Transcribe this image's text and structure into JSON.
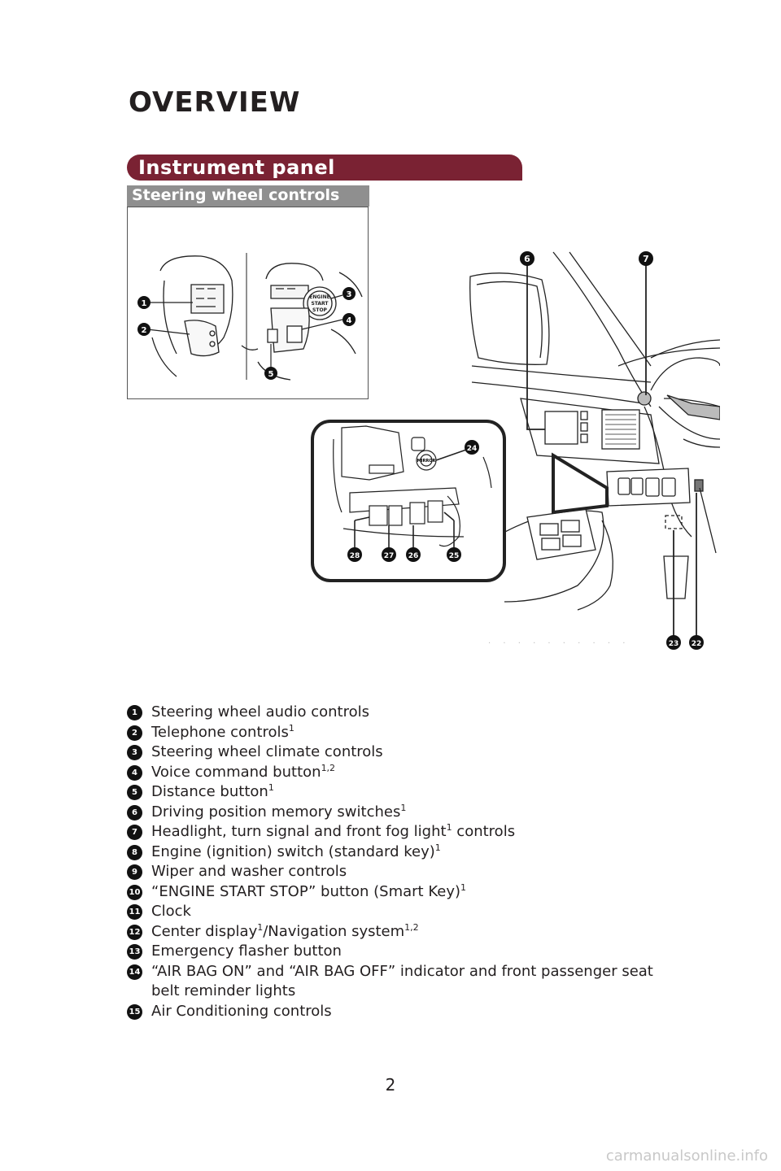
{
  "page": {
    "title": "OVERVIEW",
    "section": "Instrument panel",
    "subsection": "Steering wheel controls",
    "page_number": "2",
    "watermark": "carmanualsonline.info"
  },
  "steering_callouts": [
    "1",
    "2",
    "3",
    "4",
    "5"
  ],
  "panel_callouts": [
    "6",
    "7",
    "22",
    "23",
    "24",
    "25",
    "26",
    "27",
    "28"
  ],
  "steering_labels": {
    "engine": "ENGINE",
    "start": "START",
    "stop": "STOP",
    "mirror": "MIRROR"
  },
  "legend": [
    {
      "num": "1",
      "text": "Steering wheel audio controls",
      "sup": ""
    },
    {
      "num": "2",
      "text": "Telephone controls",
      "sup": "1"
    },
    {
      "num": "3",
      "text": "Steering wheel climate controls",
      "sup": ""
    },
    {
      "num": "4",
      "text": "Voice command button",
      "sup": "1,2"
    },
    {
      "num": "5",
      "text": "Distance button",
      "sup": "1"
    },
    {
      "num": "6",
      "text": "Driving position memory switches",
      "sup": "1"
    },
    {
      "num": "7",
      "text": "Headlight, turn signal and front fog light",
      "sup": "1",
      "after": " controls"
    },
    {
      "num": "8",
      "text": "Engine (ignition) switch (standard key)",
      "sup": "1"
    },
    {
      "num": "9",
      "text": "Wiper and washer controls",
      "sup": ""
    },
    {
      "num": "10",
      "text": "“ENGINE START STOP” button (Smart Key)",
      "sup": "1"
    },
    {
      "num": "11",
      "text": "Clock",
      "sup": ""
    },
    {
      "num": "12",
      "text": "Center display",
      "sup": "1",
      "after": "/Navigation system",
      "sup2": "1,2"
    },
    {
      "num": "13",
      "text": "Emergency flasher button",
      "sup": ""
    },
    {
      "num": "14",
      "text": "“AIR BAG ON” and “AIR BAG OFF” indicator and front passenger seat belt reminder lights",
      "sup": ""
    },
    {
      "num": "15",
      "text": "Air Conditioning controls",
      "sup": ""
    }
  ]
}
